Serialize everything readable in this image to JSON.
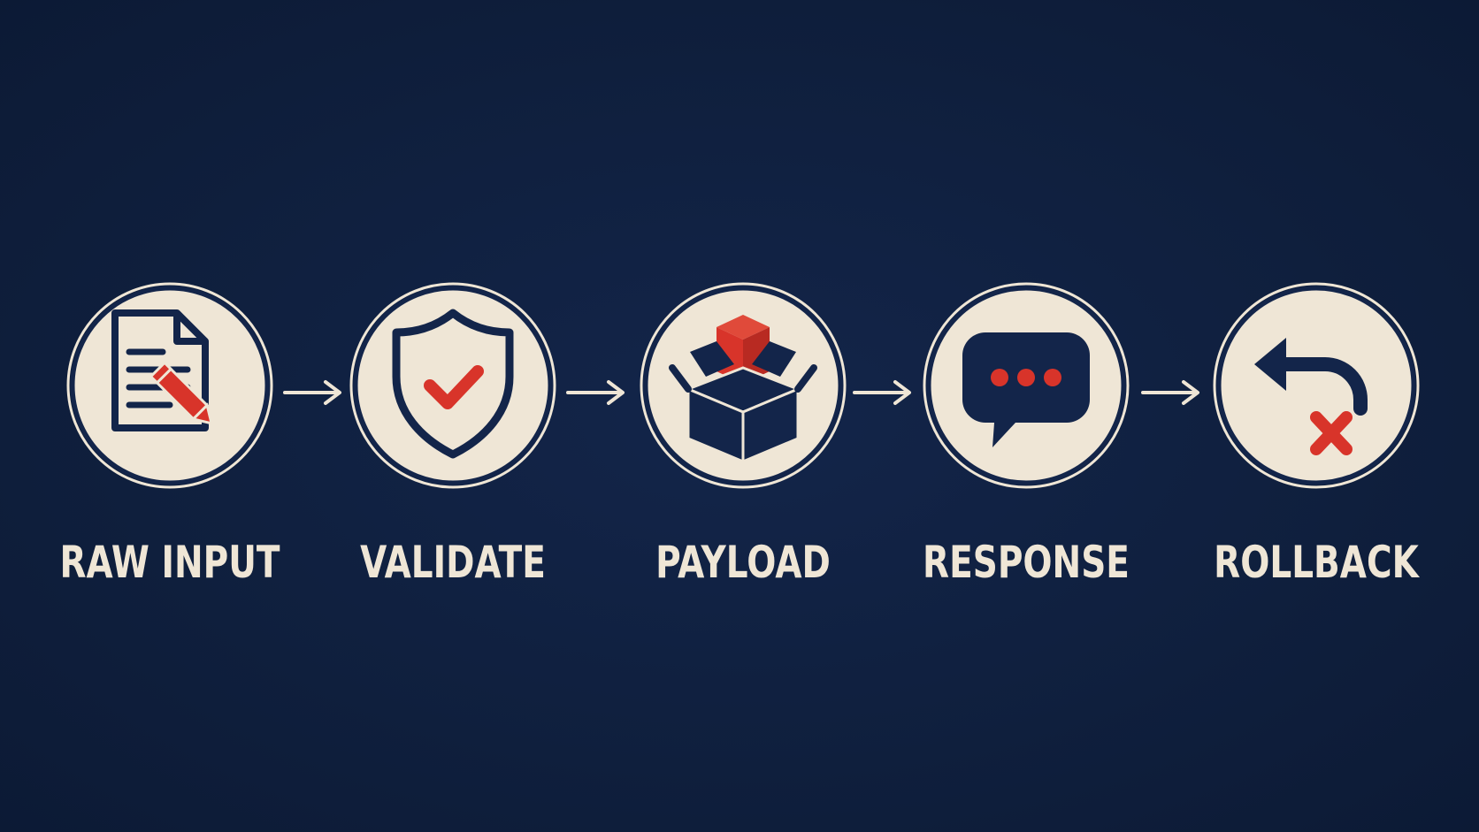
{
  "colors": {
    "background": "#0f1f3d",
    "circle_fill": "#efe6d6",
    "navy": "#13254a",
    "accent_red": "#d8342a"
  },
  "steps": [
    {
      "label": "RAW INPUT",
      "icon": "document-pencil-icon"
    },
    {
      "label": "VALIDATE",
      "icon": "shield-check-icon"
    },
    {
      "label": "PAYLOAD",
      "icon": "open-box-icon"
    },
    {
      "label": "RESPONSE",
      "icon": "chat-bubble-icon"
    },
    {
      "label": "ROLLBACK",
      "icon": "undo-cancel-icon"
    }
  ]
}
